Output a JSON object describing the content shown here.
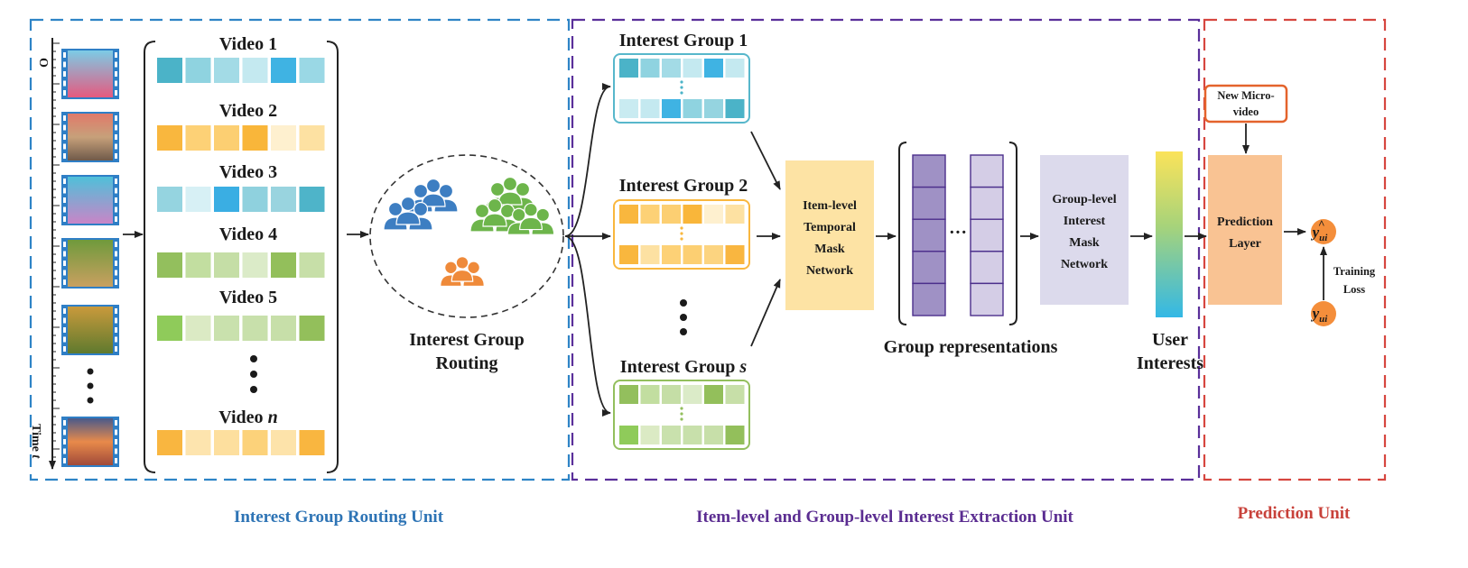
{
  "units": {
    "routing": "Interest Group Routing Unit",
    "extraction": "Item-level and Group-level Interest Extraction Unit",
    "prediction": "Prediction Unit"
  },
  "timeline": {
    "origin": "O",
    "end": "Time"
  },
  "videos": [
    {
      "label": "Video 1",
      "colors": [
        "#4bb3c8",
        "#8fd3e0",
        "#a3dbe6",
        "#c4e9f0",
        "#3fb3e3",
        "#9ad8e5"
      ]
    },
    {
      "label": "Video 2",
      "colors": [
        "#f9b73e",
        "#fdd176",
        "#fccf72",
        "#f9b63a",
        "#fef0cf",
        "#fde1a2"
      ]
    },
    {
      "label": "Video 3",
      "colors": [
        "#95d4e0",
        "#d7f0f5",
        "#3aaee3",
        "#8fd1de",
        "#99d4df",
        "#4eb4c9"
      ]
    },
    {
      "label": "Video 4",
      "colors": [
        "#93bf5d",
        "#c2dea0",
        "#c5dea6",
        "#dbebc8",
        "#93bf5b",
        "#c7dfa8"
      ]
    },
    {
      "label": "Video 5",
      "colors": [
        "#8fcb5a",
        "#dbeac4",
        "#c9e1ad",
        "#c8e0ab",
        "#c7dfa9",
        "#93bf5b"
      ]
    },
    {
      "label": "Video ",
      "italic": "n",
      "colors": [
        "#f9b640",
        "#fde4ae",
        "#fddf9e",
        "#fcd27a",
        "#fde3aa",
        "#f9b640"
      ]
    }
  ],
  "routing_label": [
    "Interest Group",
    "Routing"
  ],
  "groups": [
    {
      "label": "Interest Group 1",
      "border": "#57b7cb",
      "dots": "#4bb3c8",
      "top": [
        "#4bb3c8",
        "#8fd3e0",
        "#a3dbe6",
        "#c4e9f0",
        "#3fb3e3",
        "#c4e9f0"
      ],
      "bottom": [
        "#c9ebf1",
        "#c4e9f0",
        "#3fb3e3",
        "#8fd3e0",
        "#95d4e0",
        "#4bb3c8"
      ]
    },
    {
      "label": "Interest Group 2",
      "border": "#f9b73e",
      "dots": "#f9b73e",
      "top": [
        "#f9b73e",
        "#fdd176",
        "#fccf72",
        "#f9b63a",
        "#fef0cf",
        "#fde1a2"
      ],
      "bottom": [
        "#f9b73e",
        "#fde1a2",
        "#fdd176",
        "#fccf72",
        "#fcd480",
        "#f9b640"
      ]
    },
    {
      "label": "Interest Group ",
      "italic": "s",
      "border": "#93bf5d",
      "dots": "#93bf5d",
      "top": [
        "#93bf5d",
        "#c2dea0",
        "#c5dea6",
        "#dbebc8",
        "#93bf5b",
        "#c7dfa8"
      ],
      "bottom": [
        "#8fcb5a",
        "#dbeac4",
        "#c9e1ad",
        "#c8e0ab",
        "#c7dfa9",
        "#93bf5b"
      ]
    }
  ],
  "item_mask": [
    "Item-level",
    "Temporal",
    "Mask",
    "Network"
  ],
  "group_repr_label": "Group representations",
  "group_mask": [
    "Group-level",
    "Interest",
    "Mask",
    "Network"
  ],
  "user_interests": [
    "User",
    "Interests"
  ],
  "new_micro_video": [
    "New Micro-",
    "video"
  ],
  "prediction_layer": [
    "Prediction",
    "Layer"
  ],
  "y_hat": {
    "base": "y",
    "sub": "ui"
  },
  "y_true": {
    "base": "y",
    "sub": "ui"
  },
  "training_loss": [
    "Training",
    "Loss"
  ],
  "colors": {
    "routing_border": "#2e84c6",
    "extraction_border": "#5a2f9a",
    "prediction_border": "#d6463f",
    "routing_text": "#2e74b5",
    "extraction_text": "#5b2d91",
    "prediction_text": "#c8413a",
    "item_mask_fill": "#fde3a4",
    "group_mask_fill": "#dcdaec",
    "prediction_fill": "#f9c393",
    "group_cell_fill": "#9f91c5",
    "group_cell_fill2": "#d4cde6",
    "group_cell_stroke": "#4c2f8c",
    "y_fill": "#f48e3b",
    "new_video_border": "#e4632c",
    "people_blue": "#3d7ec2",
    "people_green": "#6db54b",
    "people_orange": "#ef8a3a"
  },
  "icons": {
    "thumbnails": [
      "cartoon-kids-thumbnail",
      "beach-sunset-thumbnail",
      "aquarium-thumbnail",
      "puppy-thumbnail",
      "dog-running-thumbnail",
      "sunset-sky-thumbnail"
    ],
    "people": [
      "people-group-blue-icon",
      "people-group-green-icon",
      "people-group-orange-icon"
    ]
  }
}
